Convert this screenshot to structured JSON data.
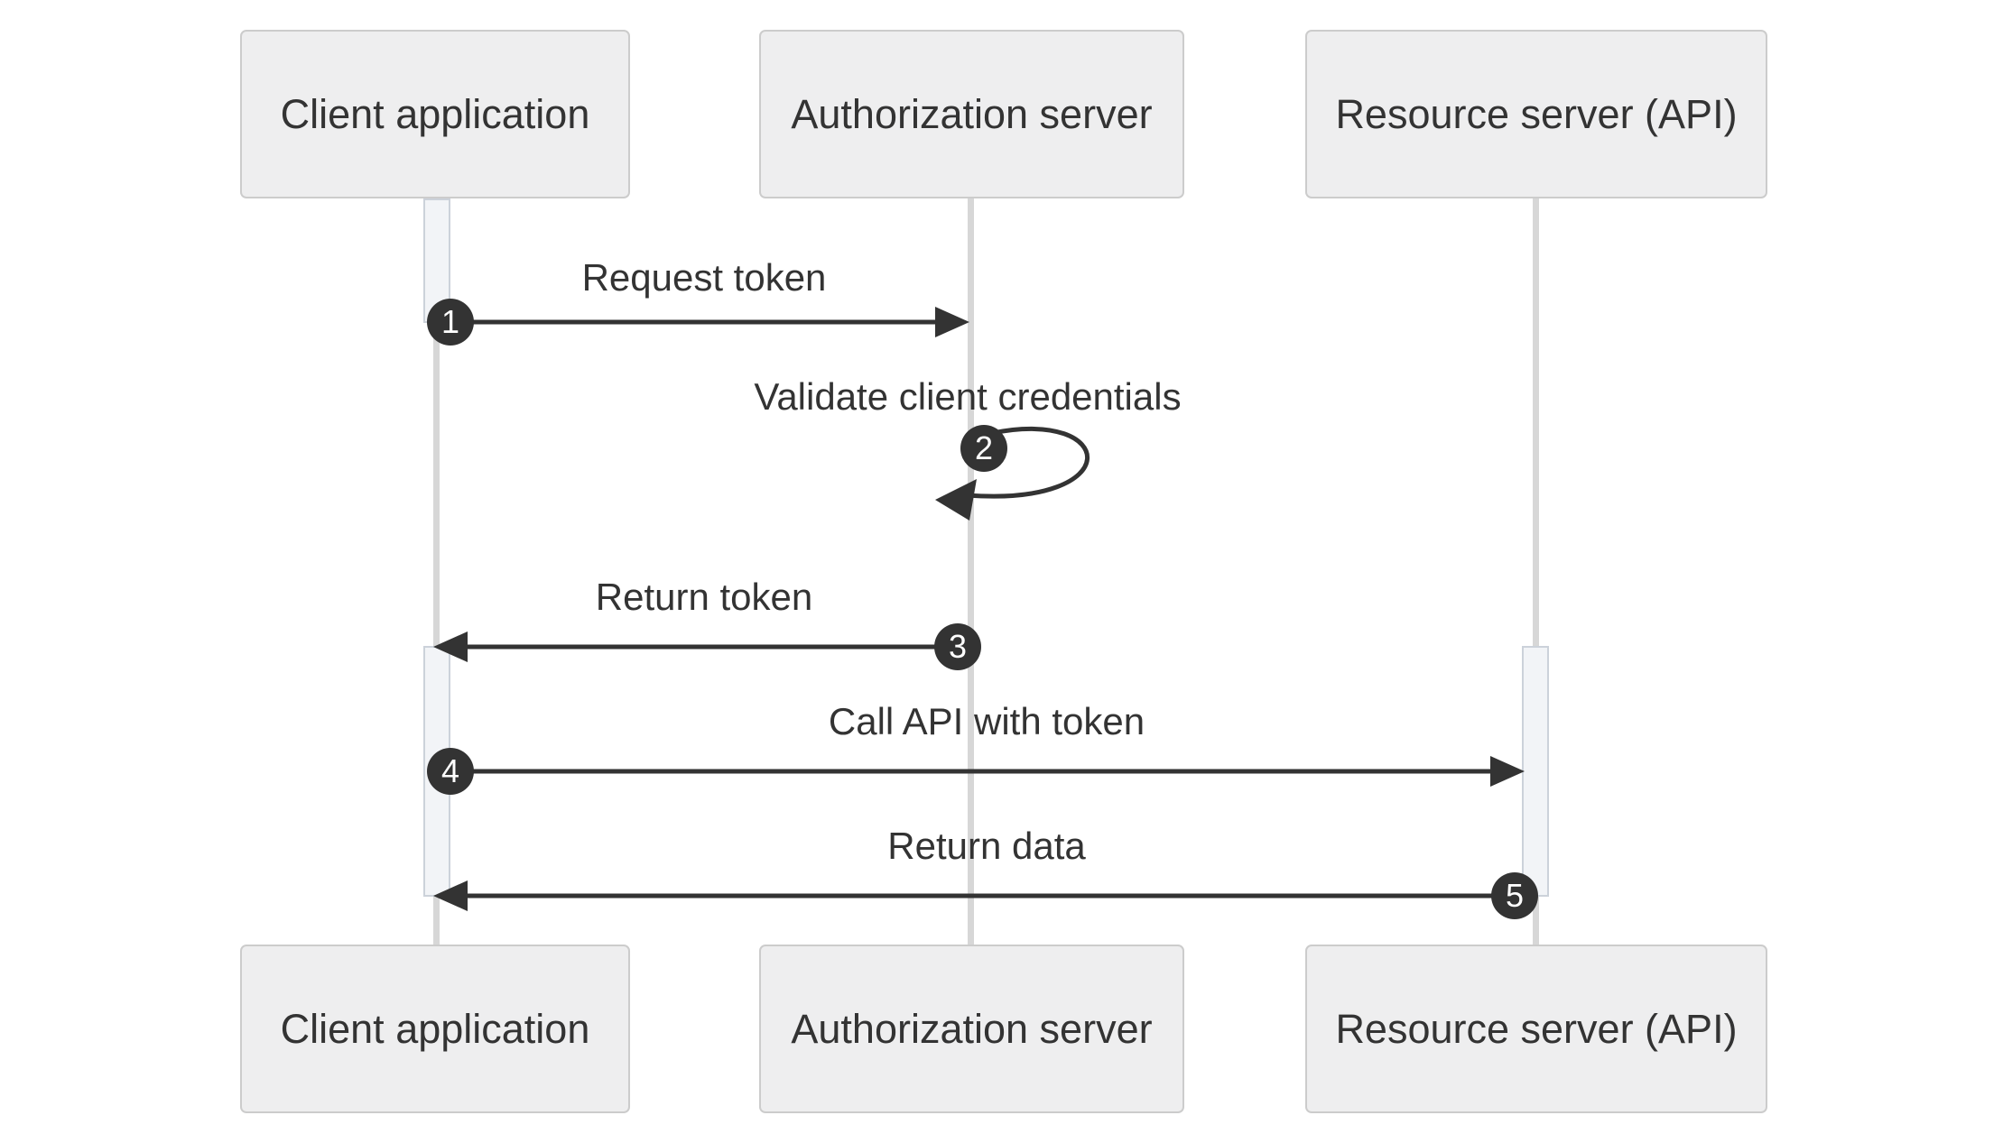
{
  "diagram": {
    "kind": "sequence-diagram"
  },
  "actors": [
    {
      "id": "client",
      "name": "Client application"
    },
    {
      "id": "auth",
      "name": "Authorization server"
    },
    {
      "id": "resource",
      "name": "Resource server (API)"
    }
  ],
  "messages": [
    {
      "number": "1",
      "label": "Request token",
      "from": "client",
      "to": "auth",
      "kind": "solid-arrow"
    },
    {
      "number": "2",
      "label": "Validate client credentials",
      "from": "auth",
      "to": "auth",
      "kind": "self-loop"
    },
    {
      "number": "3",
      "label": "Return token",
      "from": "auth",
      "to": "client",
      "kind": "solid-arrow"
    },
    {
      "number": "4",
      "label": "Call API with token",
      "from": "client",
      "to": "resource",
      "kind": "solid-arrow"
    },
    {
      "number": "5",
      "label": "Return data",
      "from": "resource",
      "to": "client",
      "kind": "solid-arrow"
    }
  ],
  "colors": {
    "background": "#ffffff",
    "actor_fill": "#eeeeef",
    "actor_border": "#cccccc",
    "lifeline": "#d7d7d7",
    "activation_fill": "#f2f4f7",
    "activation_border": "#ccd2da",
    "arrow": "#333333",
    "text": "#333333",
    "number_fill": "#333333",
    "number_text": "#ffffff"
  }
}
